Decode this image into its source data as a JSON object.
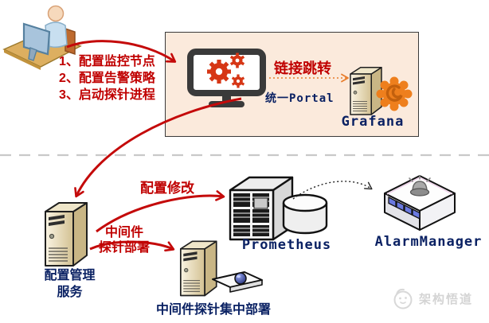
{
  "steps": {
    "s1": "1、配置监控节点",
    "s2": "2、配置告警策略",
    "s3": "3、启动探针进程"
  },
  "portal_box": {
    "portal_label": "统一Portal",
    "link_arrow_label": "链接跳转",
    "grafana_label": "Grafana"
  },
  "nodes": {
    "config_server_line1": "配置管理",
    "config_server_line2": "服务",
    "middleware_label": "中间件探针集中部署",
    "prometheus_label": "Prometheus",
    "alarm_label": "AlarmManager"
  },
  "arrows": {
    "config_modify_label": "配置修改",
    "probe_deploy_line1": "中间件",
    "probe_deploy_line2": "探针部署"
  },
  "watermark": {
    "text": "架构悟道"
  },
  "colors": {
    "arrow_red": "#C40A0A",
    "text_red": "#C00000",
    "label_navy": "#0A2163",
    "box_fill": "#FBEADC",
    "box_border": "#3A3A3A",
    "link_arrow_orange": "#E87D2C",
    "divider_gray": "#C9C9C9",
    "watermark_gray": "#D4D4D4"
  }
}
